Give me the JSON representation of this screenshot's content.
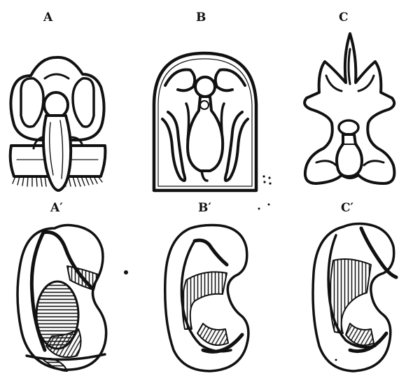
{
  "panels": {
    "a": {
      "label": "A"
    },
    "b": {
      "label": "B"
    },
    "c": {
      "label": "C"
    },
    "a_prime": {
      "label": "A′"
    },
    "b_prime": {
      "label": "B′"
    },
    "c_prime": {
      "label": "C′"
    }
  },
  "colors": {
    "ink": "#111111",
    "paper": "#ffffff"
  }
}
